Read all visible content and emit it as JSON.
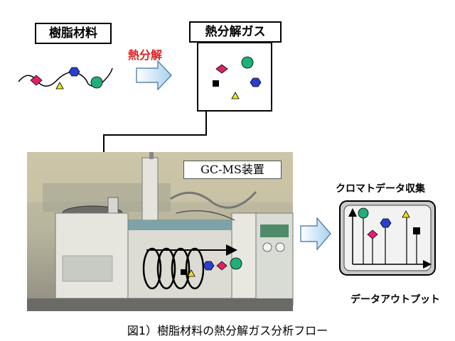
{
  "labels": {
    "resin": "樹脂材料",
    "pyrolysis": "熱分解",
    "pyrolysis_gas": "熱分解ガス",
    "gcms": "GC-MS装置",
    "chromatogram_collection": "クロマトデータ収集",
    "data_output": "データアウトプット",
    "caption": "図1）樹脂材料の熱分解ガス分析フロー"
  },
  "colors": {
    "diamond": "#e0206a",
    "hexagon": "#2a3fd0",
    "circle": "#1fb07a",
    "triangle": "#f2e21a",
    "square": "#000000",
    "arrow_fill": "#a8d0ee",
    "pyrolysis_text": "#e02020"
  }
}
